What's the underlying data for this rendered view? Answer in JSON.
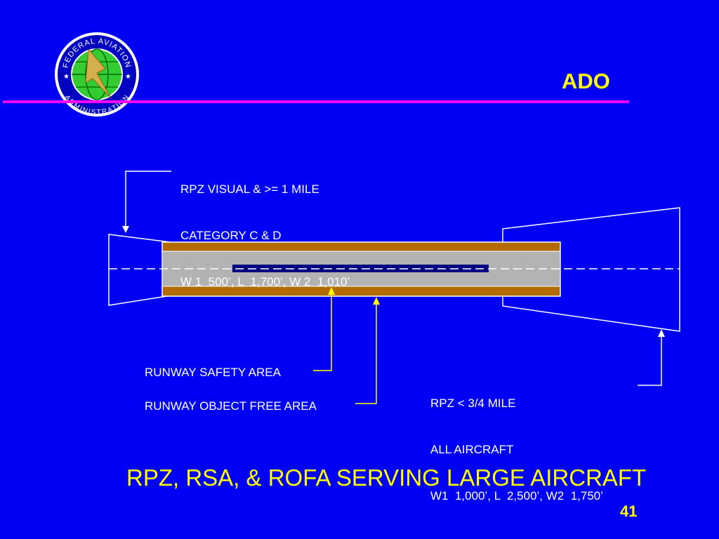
{
  "header": {
    "title": "ADO",
    "logo": {
      "name": "faa-seal-icon",
      "top_text": "FEDERAL  AVIATION",
      "bottom_text": "ADMINISTRATION"
    },
    "rule_color": "#ff00ff"
  },
  "diagram": {
    "rpz_visual_note": {
      "line1": "RPZ VISUAL & >= 1 MILE",
      "line2": "CATEGORY C & D",
      "line3": "W 1  500’, L  1,700’, W 2  1,010’"
    },
    "rsa_label": "RUNWAY SAFETY AREA",
    "rofa_label": "RUNWAY OBJECT FREE AREA",
    "rpz_small_note": {
      "line1": "RPZ < 3/4 MILE",
      "line2": "ALL AIRCRAFT",
      "line3": "W1  1,000’, L  2,500’, W2  1,750’"
    },
    "colors": {
      "background": "#0000f5",
      "rofa": "#b36b00",
      "rsa": "#b3b3b3",
      "runway": "#000080",
      "outline": "#ffffff",
      "arrow": "#ffff00"
    }
  },
  "footer": {
    "slide_title": "RPZ, RSA, & ROFA SERVING LARGE AIRCRAFT",
    "page_number": "41"
  }
}
